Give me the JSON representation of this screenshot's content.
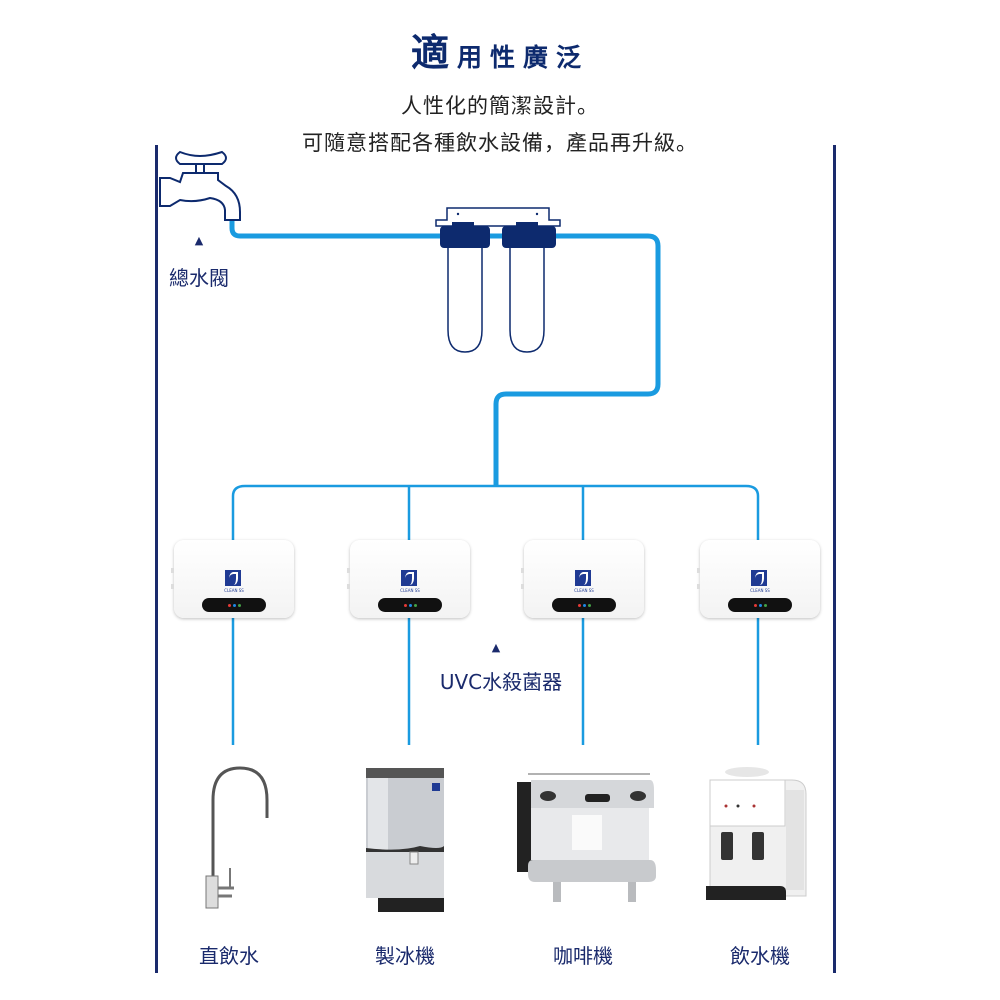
{
  "title": {
    "first_char": "適",
    "rest": "用性廣泛"
  },
  "subtitle": {
    "line1": "人性化的簡潔設計。",
    "line2": "可隨意搭配各種飲水設備，產品再升級。"
  },
  "colors": {
    "navy": "#1a2a6c",
    "pipe_blue": "#1a9be0",
    "filter_cap": "#0d2a6e"
  },
  "source": {
    "label": "總水閥",
    "marker": "▲",
    "icon": "faucet-valve-icon"
  },
  "filter": {
    "icon": "dual-water-filter-icon"
  },
  "uvc": {
    "label": "UVC水殺菌器",
    "marker": "▲",
    "brand": "CLEAN SS",
    "units": [
      {
        "name": "uvc-unit-1"
      },
      {
        "name": "uvc-unit-2"
      },
      {
        "name": "uvc-unit-3"
      },
      {
        "name": "uvc-unit-4"
      }
    ],
    "led_colors": [
      "#e53935",
      "#1e88e5",
      "#43a047"
    ]
  },
  "appliances": [
    {
      "label": "直飲水",
      "icon": "drinking-faucet-icon"
    },
    {
      "label": "製冰機",
      "icon": "ice-maker-icon"
    },
    {
      "label": "咖啡機",
      "icon": "coffee-machine-icon"
    },
    {
      "label": "飲水機",
      "icon": "water-dispenser-icon"
    }
  ]
}
